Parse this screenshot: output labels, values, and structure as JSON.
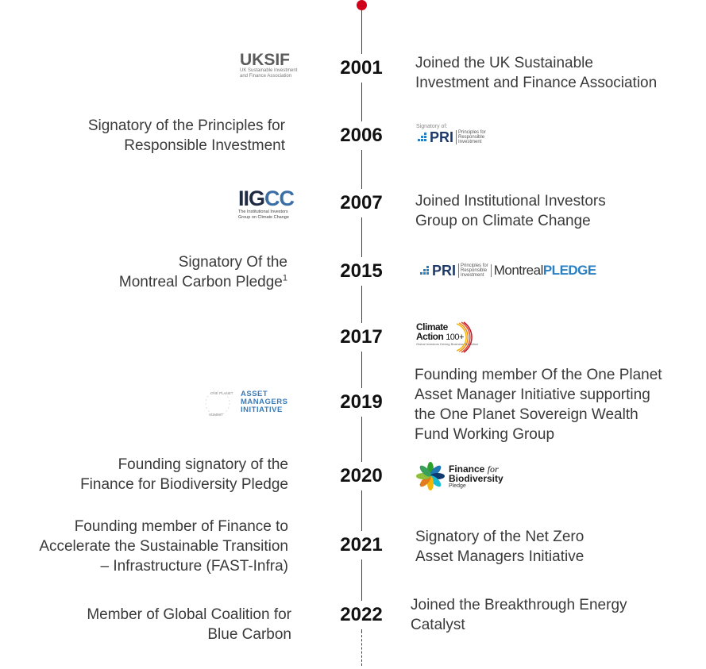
{
  "timeline": [
    {
      "year": "2001",
      "left_lines": [],
      "right_lines": [
        "Joined the UK Sustainable",
        "Investment and Finance Association"
      ]
    },
    {
      "year": "2006",
      "left_lines": [
        "Signatory of the Principles for",
        "Responsible Investment"
      ],
      "right_lines": []
    },
    {
      "year": "2007",
      "left_lines": [],
      "right_lines": [
        "Joined Institutional Investors",
        "Group on Climate Change"
      ]
    },
    {
      "year": "2015",
      "left_lines": [
        "Signatory Of the",
        "Montreal Carbon Pledge"
      ],
      "left_sup": "1",
      "right_lines": []
    },
    {
      "year": "2017",
      "left_lines": [],
      "right_lines": []
    },
    {
      "year": "2019",
      "left_lines": [],
      "right_lines": [
        "Founding member Of the One Planet",
        "Asset Manager Initiative supporting",
        "the One Planet Sovereign Wealth",
        "Fund Working Group"
      ]
    },
    {
      "year": "2020",
      "left_lines": [
        "Founding signatory of the",
        "Finance for Biodiversity Pledge"
      ],
      "right_lines": []
    },
    {
      "year": "2021",
      "left_lines": [
        "Founding member of Finance to",
        "Accelerate the Sustainable Transition",
        "– Infrastructure (FAST-Infra)"
      ],
      "right_lines": [
        "Signatory of the Net Zero",
        "Asset Managers Initiative"
      ]
    },
    {
      "year": "2022",
      "left_lines": [
        "Member of Global Coalition  for",
        "Blue Carbon"
      ],
      "right_lines": [
        "Joined the Breakthrough Energy",
        "Catalyst"
      ]
    }
  ],
  "logos": {
    "uksif": {
      "name": "UKSIF",
      "sub": [
        "UK Sustainable Investment",
        "and Finance Association"
      ]
    },
    "pri_2006": {
      "signatory": "Signatory of:",
      "name": "PRI",
      "desc": [
        "Principles for",
        "Responsible",
        "Investment"
      ]
    },
    "iigcc": {
      "name_a": "IIG",
      "name_b": "CC",
      "sub": [
        "The Institutional Investors",
        "Group on Climate Change"
      ]
    },
    "pri_2015": {
      "name": "PRI",
      "desc": [
        "Principles for",
        "Responsible",
        "Investment"
      ],
      "montreal": "Montreal",
      "pledge": "PLEDGE"
    },
    "climate_action": {
      "line1": "Climate",
      "line2": "Action",
      "plus": "100+",
      "sub": "Global Investors Driving Business Transition"
    },
    "opami": {
      "ring": "ONE PLANET SUMMIT",
      "line1": "ASSET",
      "line2": "MANAGERS",
      "line3": "INITIATIVE"
    },
    "ffb": {
      "line1a": "Finance",
      "line1b": "for",
      "line2": "Biodiversity",
      "line3": "Pledge"
    }
  },
  "colors": {
    "axis": "#8a1c2c",
    "dot": "#d0021b",
    "year_text": "#111111",
    "body_text": "#3a3a3a",
    "pri_navy": "#1e3a6b",
    "pledge_blue": "#2a7fc1"
  }
}
